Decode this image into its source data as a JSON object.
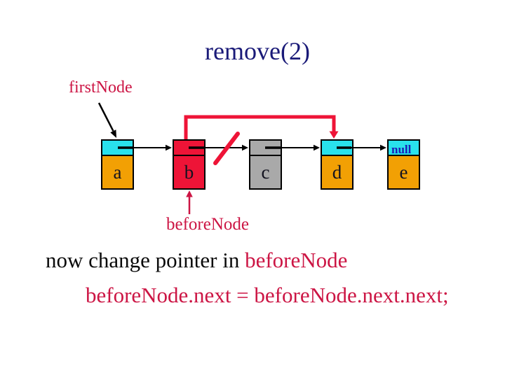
{
  "slide": {
    "title": "remove(2)",
    "caption_line1_black": "now change pointer in ",
    "caption_line1_red": "beforeNode",
    "caption_line2": "beforeNode.next = beforeNode.next.next;"
  },
  "diagram": {
    "first_node_label": "firstNode",
    "before_node_label": "beforeNode",
    "nodes": [
      {
        "label": "a"
      },
      {
        "label": "b"
      },
      {
        "label": "c"
      },
      {
        "label": "d"
      },
      {
        "label": "e",
        "pointer_value": "null"
      }
    ]
  },
  "colors": {
    "title_navy": "#1A1A78",
    "label_crimson": "#CC1544",
    "highlight_red": "#EE1437",
    "cell_cyan": "#29E1EC",
    "cell_orange": "#F2A004",
    "cell_gray": "#A9A9A9",
    "null_blue": "#1C1CB8",
    "arrow_black": "#000000"
  }
}
